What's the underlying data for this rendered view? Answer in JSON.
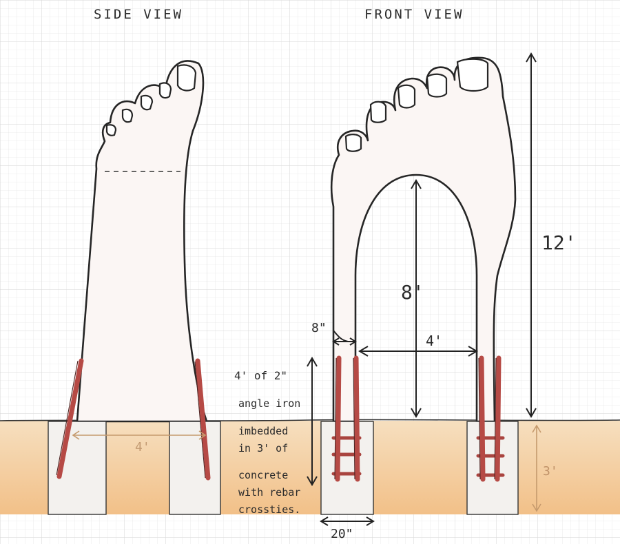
{
  "labels": {
    "side_view": "SIDE VIEW",
    "front_view": "FRONT VIEW",
    "height_total": "12'",
    "arch_height": "8'",
    "arch_width": "4'",
    "leg_width": "8\"",
    "footing_spacing": "4'",
    "depth": "3'",
    "footing_width": "20\""
  },
  "note": {
    "lines": [
      "4' of 2\"",
      "angle iron",
      "imbedded",
      "in 3' of",
      "concrete",
      "with rebar",
      "crossties."
    ]
  },
  "colors": {
    "ground_top": "#f6dfbf",
    "ground_bottom": "#f2c088",
    "rod": "#b64a45",
    "skin": "#fbf6f4",
    "grid": "#e4e4e4"
  }
}
